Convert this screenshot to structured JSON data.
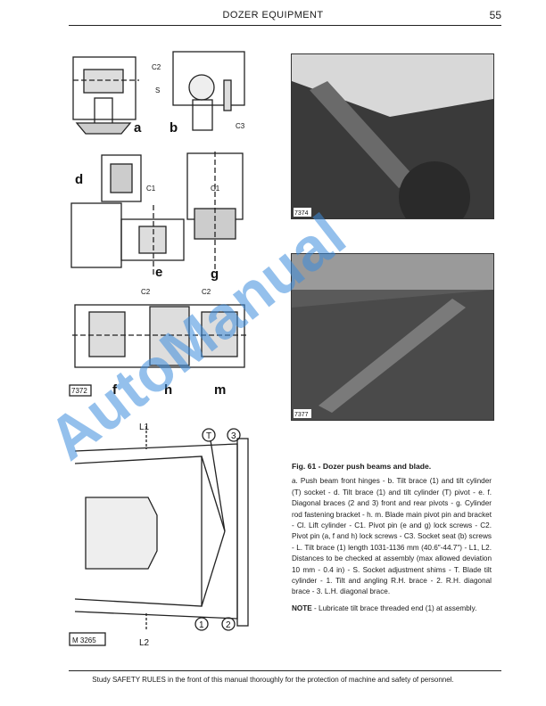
{
  "header": {
    "title": "DOZER EQUIPMENT",
    "page_number": "55"
  },
  "figure_labels": {
    "a": "a",
    "b": "b",
    "d": "d",
    "e": "e",
    "f": "f",
    "g": "g",
    "h": "h",
    "m": "m",
    "c1": "C1",
    "c2": "C2",
    "c3": "C3",
    "s": "S",
    "l1": "L1",
    "l2": "L2",
    "t": "T",
    "n1": "1",
    "n2": "2",
    "n3": "3",
    "ref_top": "7372",
    "ref_plan": "M 3265",
    "photo1_ref": "7374",
    "photo2_ref": "7377"
  },
  "caption": {
    "title": "Fig. 61 - Dozer push beams and blade.",
    "body": "a. Push beam front hinges - b. Tilt brace (1) and tilt cylinder (T) socket - d. Tilt brace (1) and tilt cylinder (T) pivot - e. f. Diagonal braces (2 and 3) front and rear pivots - g. Cylinder rod fastening bracket - h. m. Blade main pivot pin and bracket - Cl. Lift cylinder - C1. Pivot pin (e and g) lock screws - C2. Pivot pin (a, f and h) lock screws - C3. Socket seat (b) screws - L. Tilt brace (1) length 1031-1136 mm (40.6\"-44.7\") - L1, L2. Distances to be checked at assembly (max allowed deviation 10 mm - 0.4 in) - S. Socket adjustment shims - T. Blade tilt cylinder - 1. Tilt and angling R.H. brace - 2. R.H. diagonal brace - 3. L.H. diagonal brace.",
    "note_label": "NOTE",
    "note_text": " - Lubricate tilt brace threaded end (1) at assembly."
  },
  "footer": {
    "text": "Study SAFETY RULES in the front of this manual thoroughly for the protection of machine and safety of personnel."
  },
  "watermark": {
    "text": "AutoManual"
  }
}
